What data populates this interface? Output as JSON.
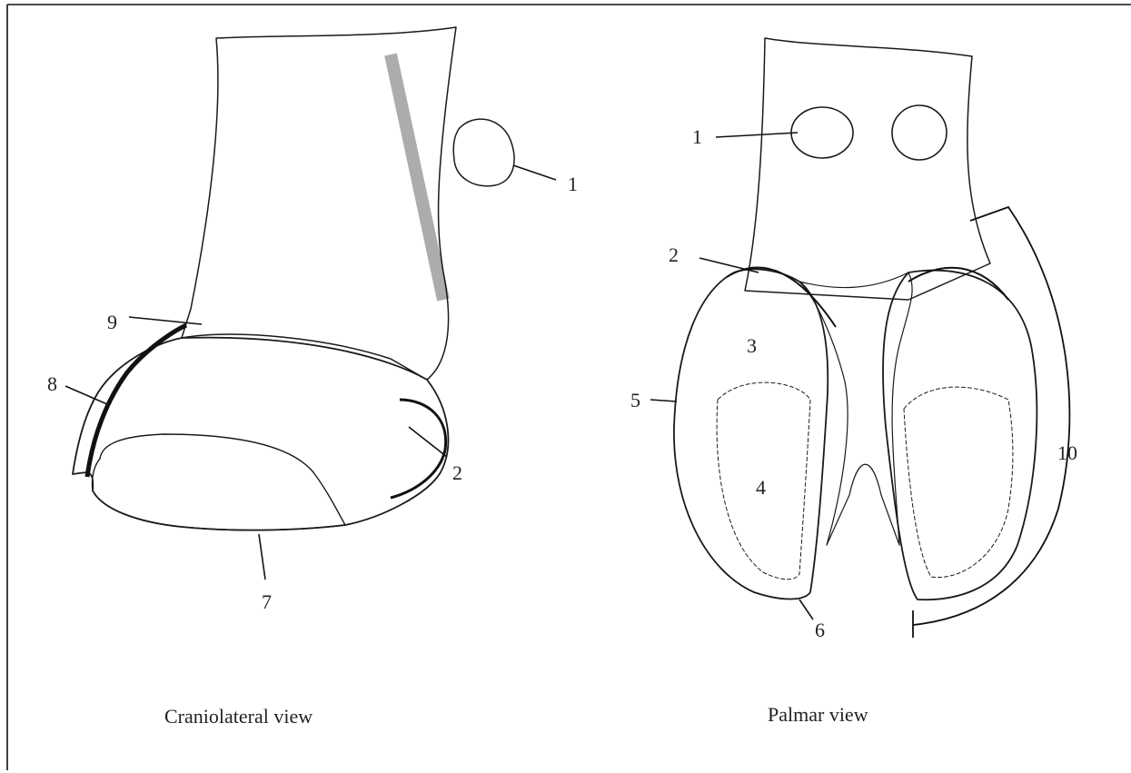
{
  "figure": {
    "views": [
      {
        "caption": "Craniolateral view",
        "labels": [
          "1",
          "2",
          "7",
          "8",
          "9"
        ]
      },
      {
        "caption": "Palmar view",
        "labels": [
          "1",
          "2",
          "3",
          "4",
          "5",
          "6",
          "10"
        ]
      }
    ]
  },
  "colors": {
    "ink": "#1a1a1a",
    "paper": "#ffffff"
  }
}
